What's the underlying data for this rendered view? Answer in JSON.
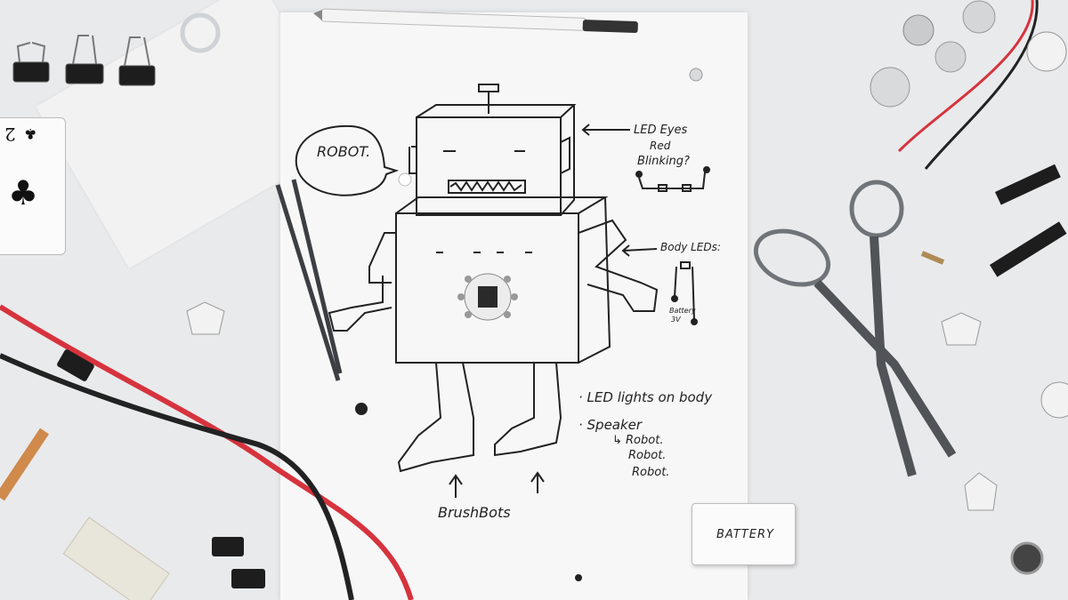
{
  "scene": {
    "sketch_notes": {
      "speech_bubble": "ROBOT.",
      "eyes_note_line1": "LED Eyes",
      "eyes_note_line2": "Red",
      "eyes_note_line3": "Blinking?",
      "body_leds": "Body LEDs:",
      "battery_note_line1": "Battery",
      "battery_note_line2": "3V",
      "bullet1": "· LED lights on body",
      "bullet2": "· Speaker",
      "robot_line1": "↳ Robot.",
      "robot_line2": "Robot.",
      "robot_line3": "Robot.",
      "brushbots": "BrushBots"
    },
    "battery_label": "BATTERY",
    "card": {
      "rank": "2",
      "suit": "♣"
    }
  },
  "colors": {
    "background": "#e9eaec",
    "paper": "#f7f7f8",
    "ink": "#222222",
    "red_wire": "#d6333d",
    "black_wire": "#222222"
  }
}
